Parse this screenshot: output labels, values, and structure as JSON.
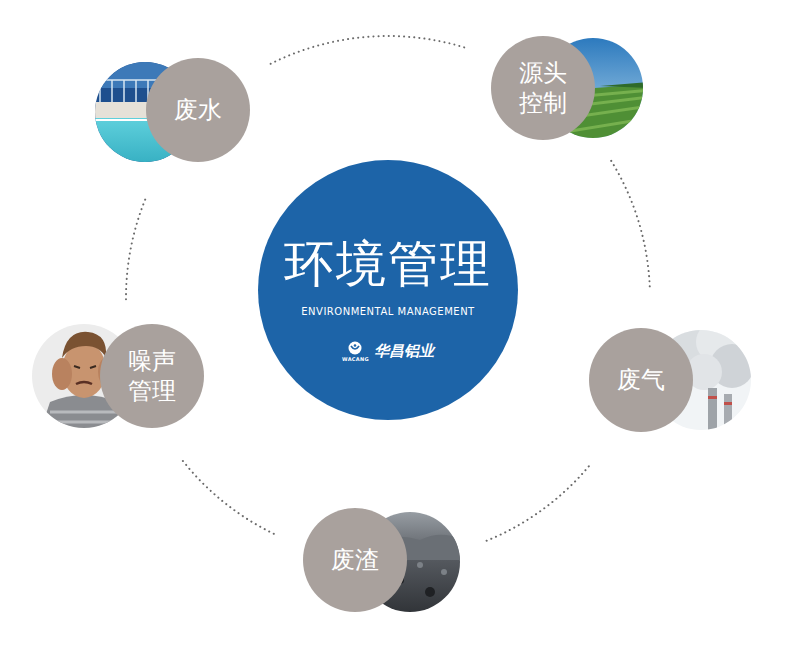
{
  "diagram": {
    "nodes": [
      {
        "text": [
          "环境管理",
          "ENVIRONMENTAL MANAGEMENT",
          "WACANG",
          "华昌铝业"
        ]
      },
      {
        "text": [
          "废水"
        ]
      },
      {
        "text": [
          "源头控制"
        ]
      },
      {
        "text": [
          "废气"
        ]
      },
      {
        "text": [
          "废渣"
        ]
      },
      {
        "text": [
          "噪声管理"
        ]
      }
    ],
    "edges": [
      {
        "from": 1,
        "to": 2,
        "arrow": "none"
      },
      {
        "from": 2,
        "to": 3,
        "arrow": "none"
      },
      {
        "from": 3,
        "to": 4,
        "arrow": "none"
      },
      {
        "from": 4,
        "to": 5,
        "arrow": "none"
      },
      {
        "from": 5,
        "to": 1,
        "arrow": "none"
      }
    ]
  }
}
